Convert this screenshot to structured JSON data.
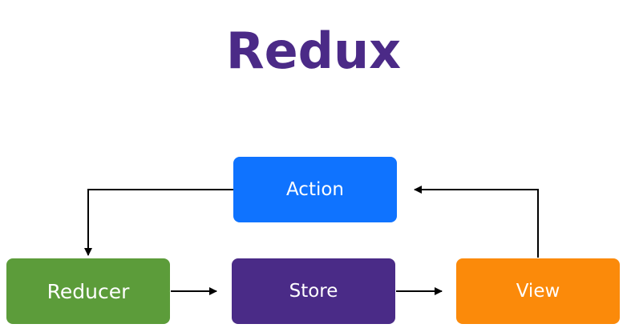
{
  "title": "Redux",
  "colors": {
    "title": "#4b2a87",
    "action": "#0f73ff",
    "reducer": "#5c9c3a",
    "store": "#4a2b87",
    "view": "#fb8a0a",
    "arrow": "#000000"
  },
  "nodes": {
    "action": "Action",
    "reducer": "Reducer",
    "store": "Store",
    "view": "View"
  },
  "edges": [
    {
      "from": "Action",
      "to": "Reducer"
    },
    {
      "from": "Reducer",
      "to": "Store"
    },
    {
      "from": "Store",
      "to": "View"
    },
    {
      "from": "View",
      "to": "Action"
    }
  ]
}
